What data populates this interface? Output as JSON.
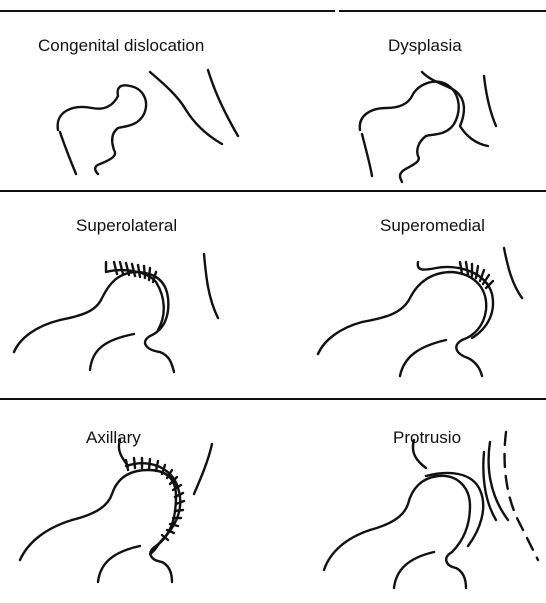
{
  "panels": [
    {
      "id": "congenital-dislocation",
      "label": "Congenital dislocation"
    },
    {
      "id": "dysplasia",
      "label": "Dysplasia"
    },
    {
      "id": "superolateral",
      "label": "Superolateral"
    },
    {
      "id": "superomedial",
      "label": "Superomedial"
    },
    {
      "id": "axillary",
      "label": "Axillary"
    },
    {
      "id": "protrusio",
      "label": "Protrusio"
    }
  ]
}
